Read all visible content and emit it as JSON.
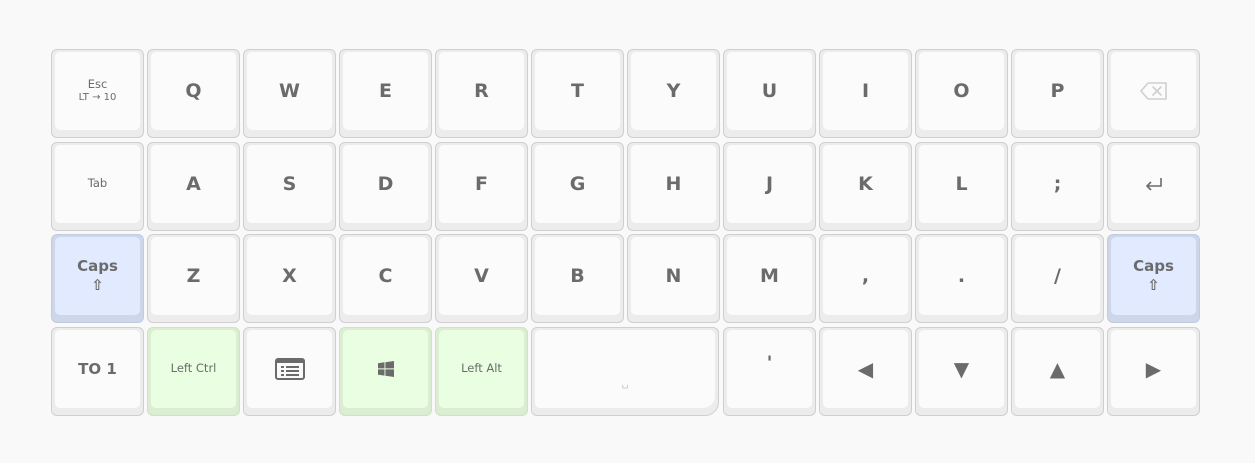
{
  "keyboard": {
    "rows": [
      [
        {
          "name": "key-esc",
          "label": "Esc",
          "sublabel": "LT → 10",
          "style": "faint"
        },
        {
          "name": "key-q",
          "label": "Q"
        },
        {
          "name": "key-w",
          "label": "W"
        },
        {
          "name": "key-e",
          "label": "E"
        },
        {
          "name": "key-r",
          "label": "R"
        },
        {
          "name": "key-t",
          "label": "T"
        },
        {
          "name": "key-y",
          "label": "Y"
        },
        {
          "name": "key-u",
          "label": "U"
        },
        {
          "name": "key-i",
          "label": "I"
        },
        {
          "name": "key-o",
          "label": "O"
        },
        {
          "name": "key-p",
          "label": "P"
        },
        {
          "name": "key-backspace",
          "icon": "backspace-icon",
          "style": "faint"
        }
      ],
      [
        {
          "name": "key-tab",
          "label": "Tab",
          "style": "faint"
        },
        {
          "name": "key-a",
          "label": "A"
        },
        {
          "name": "key-s",
          "label": "S"
        },
        {
          "name": "key-d",
          "label": "D"
        },
        {
          "name": "key-f",
          "label": "F"
        },
        {
          "name": "key-g",
          "label": "G"
        },
        {
          "name": "key-h",
          "label": "H"
        },
        {
          "name": "key-j",
          "label": "J"
        },
        {
          "name": "key-k",
          "label": "K"
        },
        {
          "name": "key-l",
          "label": "L"
        },
        {
          "name": "key-semicolon",
          "label": ";"
        },
        {
          "name": "key-enter",
          "icon": "enter-icon"
        }
      ],
      [
        {
          "name": "key-caps-left",
          "label": "Caps",
          "sublabel": "⇧",
          "style": "caps"
        },
        {
          "name": "key-z",
          "label": "Z"
        },
        {
          "name": "key-x",
          "label": "X"
        },
        {
          "name": "key-c",
          "label": "C"
        },
        {
          "name": "key-v",
          "label": "V"
        },
        {
          "name": "key-b",
          "label": "B"
        },
        {
          "name": "key-n",
          "label": "N"
        },
        {
          "name": "key-m",
          "label": "M"
        },
        {
          "name": "key-comma",
          "label": ","
        },
        {
          "name": "key-period",
          "label": "."
        },
        {
          "name": "key-slash",
          "label": "/"
        },
        {
          "name": "key-caps-right",
          "label": "Caps",
          "sublabel": "⇧",
          "style": "caps"
        }
      ],
      [
        {
          "name": "key-to-1",
          "label": "TO 1"
        },
        {
          "name": "key-left-ctrl",
          "label": "Left Ctrl",
          "style": "mod"
        },
        {
          "name": "key-menu",
          "icon": "menu-icon"
        },
        {
          "name": "key-windows",
          "icon": "windows-icon",
          "style": "mod"
        },
        {
          "name": "key-left-alt",
          "label": "Left Alt",
          "style": "mod"
        },
        {
          "name": "key-space",
          "label": "␣",
          "width": 2
        },
        {
          "name": "key-quote",
          "label": "'"
        },
        {
          "name": "key-arrow-left",
          "label": "◀"
        },
        {
          "name": "key-arrow-down",
          "label": "▼"
        },
        {
          "name": "key-arrow-up",
          "label": "▲"
        },
        {
          "name": "key-arrow-right",
          "label": "▶"
        }
      ]
    ],
    "colors": {
      "background": "#f9f9f9",
      "key_face": "#fbfbfb",
      "key_text": "#6b6b6b",
      "faint_text": "#c9c9c9",
      "caps_face": "#e1eaff",
      "modifier_face": "#eaffe1"
    }
  }
}
